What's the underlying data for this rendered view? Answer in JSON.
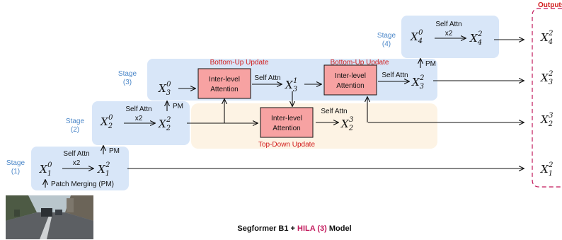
{
  "caption": {
    "prefix": "Segformer B1 + ",
    "highlight": "HILA (3)",
    "suffix": " Model"
  },
  "outputs_label": "Outputs",
  "stages": [
    {
      "label": "Stage",
      "num": "(1)"
    },
    {
      "label": "Stage",
      "num": "(2)"
    },
    {
      "label": "Stage",
      "num": "(3)"
    },
    {
      "label": "Stage",
      "num": "(4)"
    }
  ],
  "ops": {
    "self_attn": "Self Attn",
    "x2": "x2",
    "pm": "PM",
    "patch_merging": "Patch Merging (PM)",
    "inter_level_1": "Inter-level",
    "inter_level_2": "Attention",
    "bottom_up": "Bottom-Up Update",
    "top_down": "Top-Down Update"
  },
  "math": {
    "X": "X",
    "s1": "1",
    "s2": "2",
    "s3": "3",
    "s4": "4",
    "p0": "0",
    "p1": "1",
    "p2": "2",
    "p3": "3"
  },
  "colors": {
    "stage_fill": "#d8e6f8",
    "topdown_fill": "#fdf3e4",
    "attn_fill": "#f7a2a2",
    "red": "#d11a1a",
    "highlight": "#c2185b"
  }
}
